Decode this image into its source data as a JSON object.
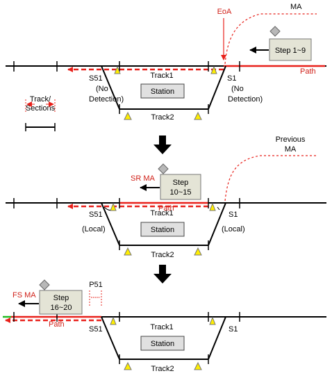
{
  "colors": {
    "track": "#000000",
    "red": "#e8201a",
    "label_red": "#d02018",
    "step_fill": "#e4e4d6",
    "step_stroke": "#777777",
    "diamond": "#b8b8b8",
    "triangle": "#ffee00",
    "station_fill": "#e0e0e0",
    "green": "#22bb22"
  },
  "panel1": {
    "eoa": "EoA",
    "ma": "MA",
    "step": "Step 1~9",
    "path": "Path",
    "s51": "S51",
    "s51_note1": "(No",
    "s51_note2": "Detection)",
    "s1": "S1",
    "s1_note1": "(No",
    "s1_note2": "Detection)",
    "track1": "Track1",
    "track2": "Track2",
    "station": "Station",
    "legend1": "Track/",
    "legend2": "Sections"
  },
  "panel2": {
    "previous_ma1": "Previous",
    "previous_ma2": "MA",
    "step1": "Step",
    "step2": "10~15",
    "sr_ma": "SR MA",
    "path": "Path",
    "s51": "S51",
    "s51_note": "(Local)",
    "s1": "S1",
    "s1_note": "(Local)",
    "track1": "Track1",
    "track2": "Track2",
    "station": "Station"
  },
  "panel3": {
    "fs_ma": "FS MA",
    "step1": "Step",
    "step2": "16~20",
    "p51": "P51",
    "path": "Path",
    "s51": "S51",
    "s1": "S1",
    "track1": "Track1",
    "track2": "Track2",
    "station": "Station"
  }
}
